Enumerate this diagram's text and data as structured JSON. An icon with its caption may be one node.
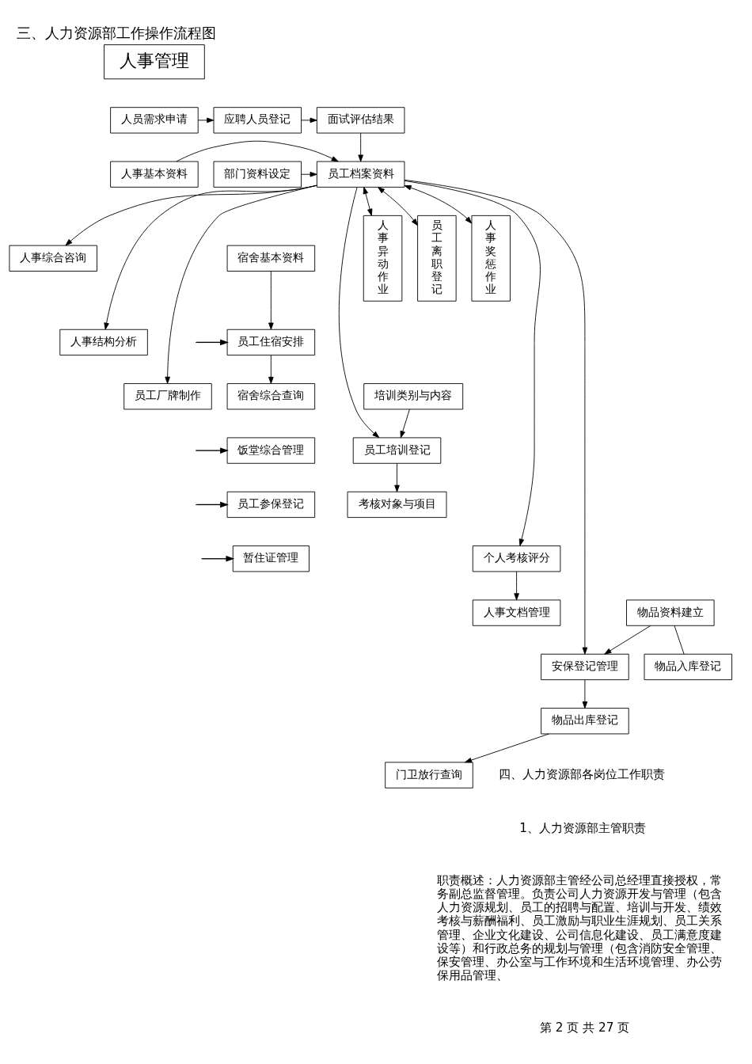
{
  "diagram": {
    "title": "三、人力资源部工作操作流程图",
    "nodes": [
      {
        "text": [
          "人事管理"
        ]
      },
      {
        "text": [
          "人员需求申请"
        ]
      },
      {
        "text": [
          "应聘人员登记"
        ]
      },
      {
        "text": [
          "面试评估结果"
        ]
      },
      {
        "text": [
          "人事综合咨询"
        ]
      },
      {
        "text": [
          "部门资料设定"
        ]
      },
      {
        "text": [
          "员工档案资料"
        ]
      },
      {
        "text": [
          "人事结构分析"
        ]
      },
      {
        "text": [
          "人事基本资料"
        ]
      },
      {
        "text": [
          "员工厂牌制作"
        ]
      },
      {
        "text": [
          "宿舍基本资料"
        ]
      },
      {
        "text": [
          "培训类别与内容"
        ]
      },
      {
        "text": [
          "员工住宿安排"
        ]
      },
      {
        "text": [
          "员工培训登记"
        ]
      },
      {
        "text": [
          "人事异动作业"
        ]
      },
      {
        "text": [
          "员工离职登记"
        ]
      },
      {
        "text": [
          "人事奖惩作业"
        ]
      },
      {
        "text": [
          "宿舍综合查询"
        ]
      },
      {
        "text": [
          "考核对象与项目"
        ]
      },
      {
        "text": [
          "饭堂综合管理"
        ]
      },
      {
        "text": [
          "员工参保登记"
        ]
      },
      {
        "text": [
          "个人考核评分"
        ]
      },
      {
        "text": [
          "暂住证管理"
        ]
      },
      {
        "text": [
          "人事文档管理"
        ]
      },
      {
        "text": [
          "物品资料建立"
        ]
      },
      {
        "text": [
          "物品入库登记"
        ]
      },
      {
        "text": [
          "安保登记管理"
        ]
      },
      {
        "text": [
          "门卫放行查询"
        ]
      },
      {
        "text": [
          "物品出库登记"
        ]
      }
    ],
    "edges": [
      {
        "from": 1,
        "to": 2,
        "arrow": "to"
      },
      {
        "from": 2,
        "to": 3,
        "arrow": "to"
      },
      {
        "from": 3,
        "to": 6,
        "arrow": "to"
      },
      {
        "from": 5,
        "to": 6,
        "arrow": "to"
      },
      {
        "from": 8,
        "to": 6,
        "arrow": "to"
      },
      {
        "from": 6,
        "to": 14,
        "arrow": "both"
      },
      {
        "from": 6,
        "to": 15,
        "arrow": "both"
      },
      {
        "from": 6,
        "to": 16,
        "arrow": "both"
      },
      {
        "from": 6,
        "to": 4,
        "arrow": "to"
      },
      {
        "from": 6,
        "to": 7,
        "arrow": "to"
      },
      {
        "from": 6,
        "to": 9,
        "arrow": "to"
      },
      {
        "from": 6,
        "to": 13,
        "arrow": "to"
      },
      {
        "from": 6,
        "to": 21,
        "arrow": "to"
      },
      {
        "from": 10,
        "to": 12,
        "arrow": "to"
      },
      {
        "from": 12,
        "to": 17,
        "arrow": "to"
      },
      {
        "from": null,
        "to": 12,
        "arrow": "to"
      },
      {
        "from": null,
        "to": 19,
        "arrow": "to"
      },
      {
        "from": null,
        "to": 20,
        "arrow": "to"
      },
      {
        "from": null,
        "to": 22,
        "arrow": "to"
      },
      {
        "from": 11,
        "to": 13,
        "arrow": "to"
      },
      {
        "from": 13,
        "to": 18,
        "arrow": "to"
      },
      {
        "from": 21,
        "to": 23,
        "arrow": "to"
      },
      {
        "from": 6,
        "to": 26,
        "arrow": "to"
      },
      {
        "from": 24,
        "to": 25,
        "arrow": "none"
      },
      {
        "from": 24,
        "to": 26,
        "arrow": "to"
      },
      {
        "from": 26,
        "to": 28,
        "arrow": "to"
      },
      {
        "from": 28,
        "to": 27,
        "arrow": "to"
      }
    ],
    "labels": [
      "四、人力资源部各岗位工作职责",
      "1、人力资源部主管职责",
      "职责概述：人力资源部主管经公司总经理直接授权，常务副总监督管理。负责公司人力资源开发与管理（包含人力资源规划、员工的招聘与配置、培训与开发、绩效考核与薪酬福利、员工激励与职业生涯规划、员工关系管理、企业文化建设、公司信息化建设、员工满意度建设等）和行政总务的规划与管理（包含消防安全管理、保安管理、办公室与工作环境和生活环境管理、办公劳保用品管理、",
      "第 2 页 共 27 页"
    ]
  }
}
